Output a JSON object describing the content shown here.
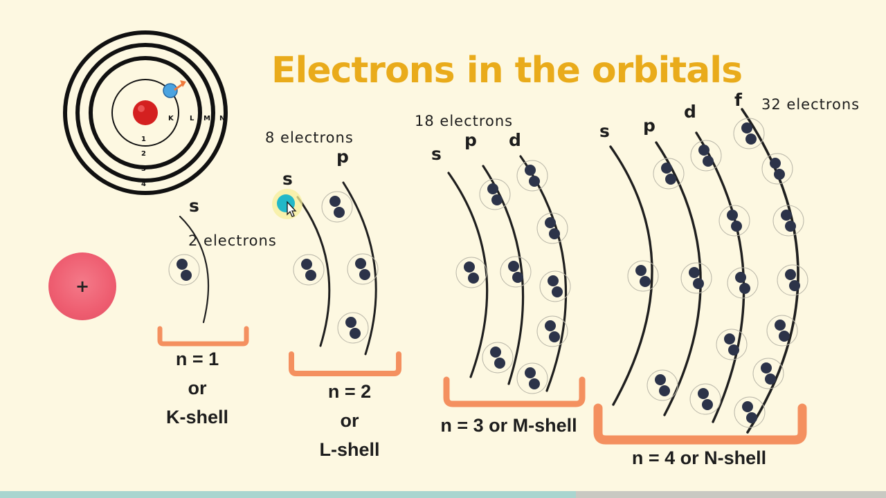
{
  "title": "Electrons in the orbitals",
  "bohr_model": {
    "shell_letters": [
      "K",
      "L",
      "M",
      "N"
    ],
    "shell_numbers": [
      "1",
      "2",
      "3",
      "4"
    ],
    "colors": {
      "nucleus": "#d42020",
      "electron": "#4aa3e0",
      "arrow": "#f07a3c"
    }
  },
  "positive_charge": {
    "symbol": "+",
    "color": "#ee5d70"
  },
  "shells": [
    {
      "orbital_labels": [
        "s"
      ],
      "electron_count": "2 electrons",
      "label": [
        "n = 1",
        "or",
        "K-shell"
      ]
    },
    {
      "orbital_labels": [
        "s",
        "p"
      ],
      "electron_count": "8 electrons",
      "label": [
        "n  = 2",
        "or",
        "L-shell"
      ]
    },
    {
      "orbital_labels": [
        "s",
        "p",
        "d"
      ],
      "electron_count": "18 electrons",
      "label": [
        "n = 3 or M-shell"
      ]
    },
    {
      "orbital_labels": [
        "s",
        "p",
        "d",
        "f"
      ],
      "electron_count": "32 electrons",
      "label": [
        "n = 4 or N-shell"
      ]
    }
  ],
  "colors": {
    "background": "#fdf8e1",
    "title": "#e9ab1b",
    "bracket": "#f4905f",
    "electron": "#2c3349",
    "orbital_line": "#1f1f1f",
    "cursor_highlight": "#22b8c8"
  },
  "video_progress": 0.65
}
